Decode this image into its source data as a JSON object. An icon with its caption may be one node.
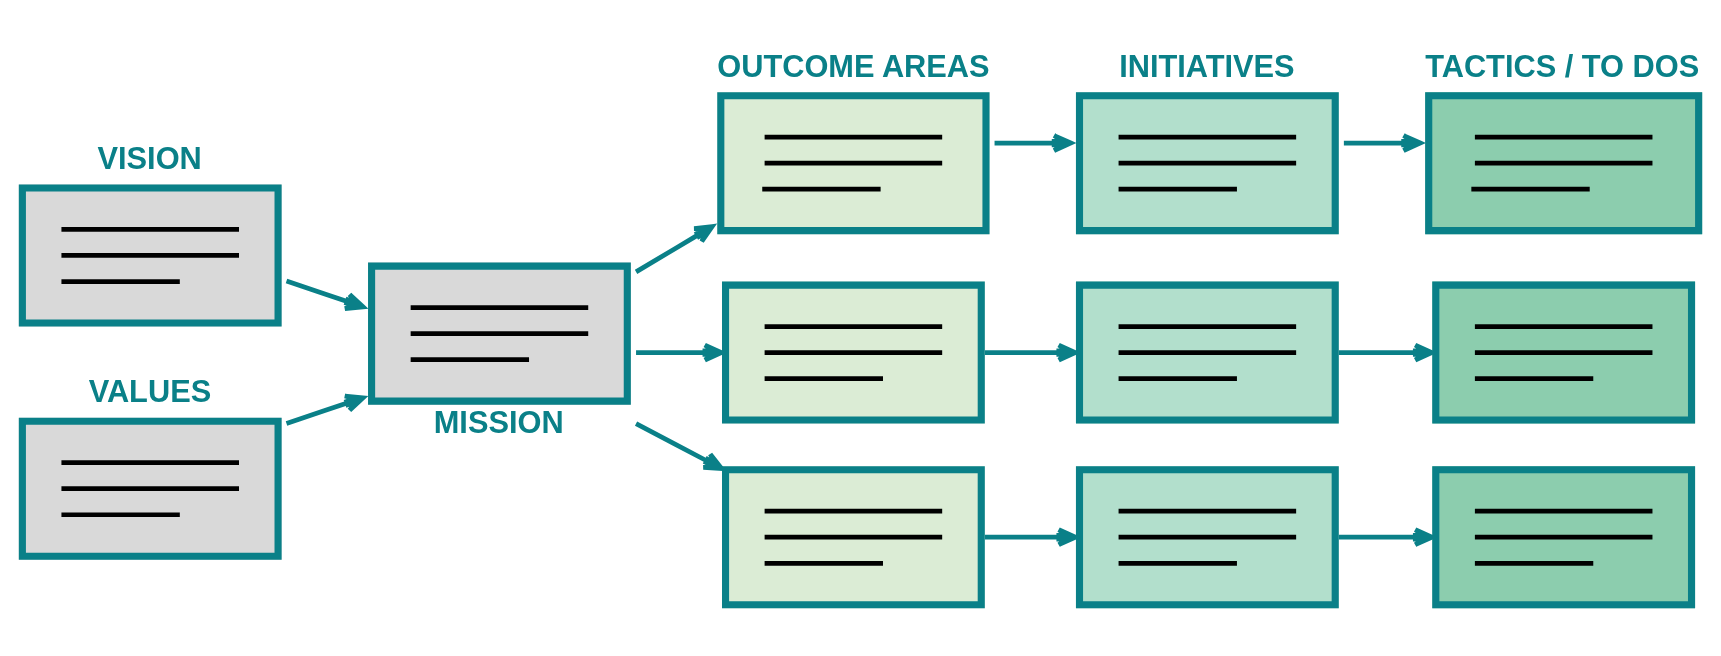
{
  "diagram": {
    "nodes": [
      {
        "text": [
          "VISION"
        ]
      },
      {
        "text": [
          "VALUES"
        ]
      },
      {
        "text": [
          "MISSION"
        ]
      },
      {
        "text": [
          "OUTCOME AREAS"
        ]
      },
      {
        "text": [],
        "shape": "box"
      },
      {
        "text": [],
        "shape": "box"
      },
      {
        "text": [
          "INITIATIVES"
        ]
      },
      {
        "text": [],
        "shape": "box"
      },
      {
        "text": [],
        "shape": "box"
      },
      {
        "text": [
          "TACTICS / TO DOS"
        ]
      },
      {
        "text": [],
        "shape": "box"
      },
      {
        "text": [],
        "shape": "box"
      }
    ],
    "edges": [
      {
        "from": 0,
        "to": 2,
        "arrow": "to"
      },
      {
        "from": 1,
        "to": 2,
        "arrow": "to"
      },
      {
        "from": 2,
        "to": 3,
        "arrow": "to"
      },
      {
        "from": 2,
        "to": 4,
        "arrow": "to"
      },
      {
        "from": 2,
        "to": 5,
        "arrow": "to"
      },
      {
        "from": 3,
        "to": 6,
        "arrow": "to"
      },
      {
        "from": 4,
        "to": 7,
        "arrow": "to"
      },
      {
        "from": 5,
        "to": 8,
        "arrow": "to"
      },
      {
        "from": 6,
        "to": 9,
        "arrow": "to"
      },
      {
        "from": 7,
        "to": 10,
        "arrow": "to"
      },
      {
        "from": 8,
        "to": 11,
        "arrow": "to"
      }
    ]
  }
}
